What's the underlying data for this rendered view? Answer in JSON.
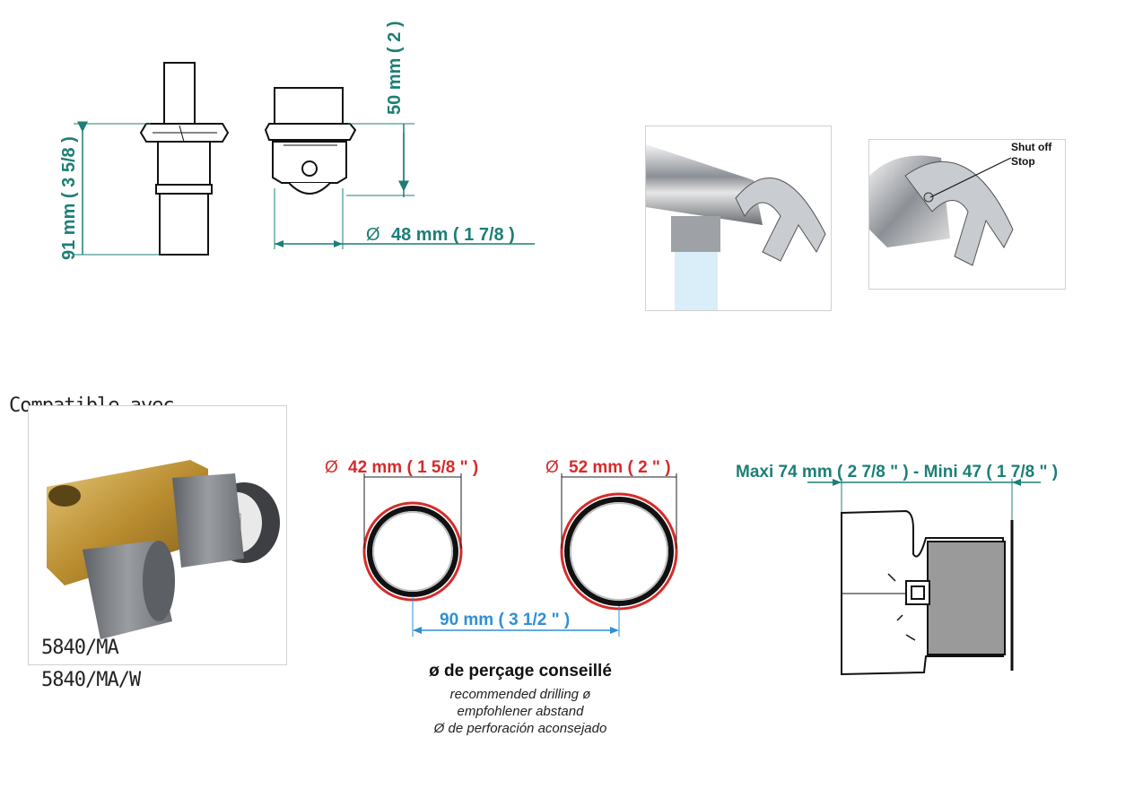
{
  "dimensions": {
    "height_total": "91 mm ( 3 5/8 )",
    "height_top": "50 mm ( 2 )",
    "diameter_handle": "48 mm ( 1 7/8 )",
    "hole_small": "42 mm ( 1 5/8 \" )",
    "hole_large": "52 mm ( 2 \" )",
    "hole_spacing": "90 mm ( 3 1/2 \" )",
    "depth_range": "Maxi  74 mm ( 2 7/8 \" )  - Mini 47 ( 1 7/8 \" )"
  },
  "symbols": {
    "diameter": "Ø"
  },
  "photo_labels": {
    "shut_off": "Shut off",
    "stop": "Stop"
  },
  "compatible": {
    "title": "Compatible avec",
    "models": [
      "5840/MA",
      "5840/MA/W"
    ]
  },
  "drilling": {
    "title": "ø de perçage conseillé",
    "lines": [
      "recommended drilling ø",
      "empfohlener abstand",
      "Ø de perforación aconsejado"
    ]
  },
  "colors": {
    "teal": "#1c7f76",
    "red": "#d62b2b",
    "blue": "#2e8fd6"
  }
}
